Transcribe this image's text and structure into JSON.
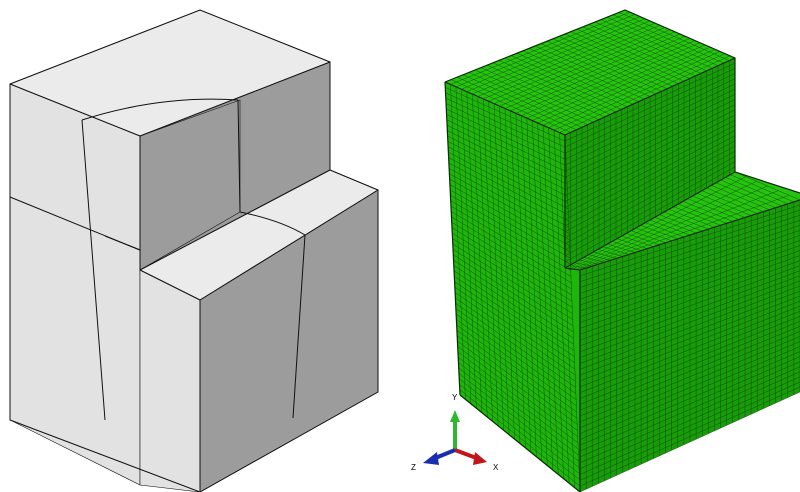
{
  "left_view": {
    "description_icon": "partitioned-solid-part",
    "colors": {
      "top": "#ebebeb",
      "front": "#e2e2e2",
      "side": "#9c9c9c",
      "edge": "#111111"
    }
  },
  "right_view": {
    "description_icon": "hex-meshed-solid-part",
    "colors": {
      "top": "#26c30f",
      "front": "#1fb50c",
      "side": "#199c09",
      "mesh_line": "#0b3a05",
      "edge": "#0a2a04"
    }
  },
  "triad": {
    "y_label": "Y",
    "x_label": "X",
    "z_label": "Z",
    "colors": {
      "y": "#2eb82e",
      "x": "#c0161c",
      "z": "#1a2fb0"
    }
  }
}
